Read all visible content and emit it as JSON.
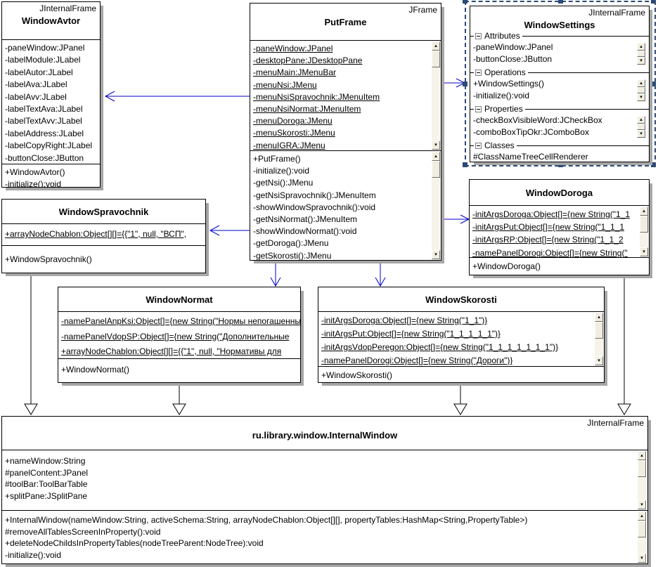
{
  "colors": {
    "connector_blue": "#0000cc",
    "inheritance_black": "#000000",
    "selection_navy": "#2b4a77",
    "shadow_gray": "#a6a6a6",
    "scrollbar_track": "#f5f3ea",
    "scrollbar_button": "#f0ede1"
  },
  "icons": {
    "scroll_up": "▴",
    "scroll_down": "▾",
    "collapse_minus": "minus-box"
  },
  "boxes": {
    "windowAvtor": {
      "stereotype": "JInternalFrame",
      "title": "WindowAvtor",
      "attributes": [
        "-paneWindow:JPanel",
        "-labelModule:JLabel",
        "-labelAutor:JLabel",
        "-labelAva:JLabel",
        "-labelAvv:JLabel",
        "-labelTextAva:JLabel",
        "-labelTextAvv:JLabel",
        "-labelAddress:JLabel",
        "-labelCopyRight:JLabel",
        "-buttonClose:JButton"
      ],
      "operations": [
        "+WindowAvtor()",
        "-initialize():void"
      ]
    },
    "putFrame": {
      "stereotype": "JFrame",
      "title": "PutFrame",
      "attributes": [
        "-paneWindow:JPanel",
        "-desktopPane:JDesktopPane",
        "-menuMain:JMenuBar",
        "-menuNsi:JMenu",
        "-menuNsiSpravochnik:JMenuItem",
        "-menuNsiNormat:JMenuItem",
        "-menuDoroga:JMenu",
        "-menuSkorosti:JMenu",
        "-menuIGRA:JMenu"
      ],
      "operations": [
        "+PutFrame()",
        "-initialize():void",
        "-getNsi():JMenu",
        "-getNsiSpravochnik():JMenuItem",
        "-showWindowSpravochnik():void",
        "-getNsiNormat():JMenuItem",
        "-showWindowNormat():void",
        "-getDoroga():JMenu",
        "-getSkorosti():JMenu"
      ]
    },
    "windowSettings": {
      "stereotype": "JInternalFrame",
      "title": "WindowSettings",
      "groups": [
        {
          "label": "Attributes",
          "items": [
            "-paneWindow:JPanel",
            "-buttonClose:JButton"
          ]
        },
        {
          "label": "Operations",
          "items": [
            "+WindowSettings()",
            "-initialize():void"
          ]
        },
        {
          "label": "Properties",
          "items": [
            "-checkBoxVisibleWord:JCheckBox",
            "-comboBoxTipOkr:JComboBox"
          ]
        },
        {
          "label": "Classes",
          "items": [
            "#ClassNameTreeCellRenderer"
          ]
        }
      ]
    },
    "windowDoroga": {
      "title": "WindowDoroga",
      "attributes": [
        "-initArgsDoroga:Object[]={new String(\"1_1",
        "-initArgsPut:Object[]={new String(\"1_1_1",
        "-initArgsRP:Object[]={new String(\"1_1_2",
        "-namePanelDorogi:Object[]={new String(\""
      ],
      "operations": [
        "+WindowDoroga()"
      ]
    },
    "windowSpravochnik": {
      "title": "WindowSpravochnik",
      "attributes": [
        "+arrayNodeChablon:Object[][]={{\"1\", null, \"ВСП\","
      ],
      "operations": [
        "+WindowSpravochnik()"
      ]
    },
    "windowNormat": {
      "title": "WindowNormat",
      "attributes": [
        "-namePanelAnpKsi:Object[]={new String(\"Нормы непогашенны",
        "-namePanelVdopSP:Object[]={new String(\"Дополнительные ",
        "+arrayNodeChablon:Object[][]={{\"1\", null, \"Нормативы для"
      ],
      "operations": [
        "+WindowNormat()"
      ]
    },
    "windowSkorosti": {
      "title": "WindowSkorosti",
      "attributes": [
        "-initArgsDoroga:Object[]={new String(\"1_1\")}",
        "-initArgsPut:Object[]={new String(\"1_1_1_1_1\")}",
        "-initArgsVdopPeregon:Object[]={new String(\"1_1_1_1_1_1_1\")}",
        "-namePanelDorogi:Object[]={new String(\"Дороги\")}"
      ],
      "operations": [
        "+WindowSkorosti()"
      ]
    },
    "internalWindow": {
      "stereotype": "JInternalFrame",
      "title": "ru.library.window.InternalWindow",
      "attributes": [
        "+nameWindow:String",
        "#panelContent:JPanel",
        "#toolBar:ToolBarTable",
        "+splitPane:JSplitPane"
      ],
      "operations": [
        "+InternalWindow(nameWindow:String, activeSchema:String, arrayNodeChablon:Object[][], propertyTables:HashMap<String,PropertyTable>)",
        "#removeAllTablesScreenInProperty():void",
        "+deleteNodeChildsInPropertyTables(nodeTreeParent:NodeTree):void",
        "-initialize():void"
      ]
    }
  }
}
